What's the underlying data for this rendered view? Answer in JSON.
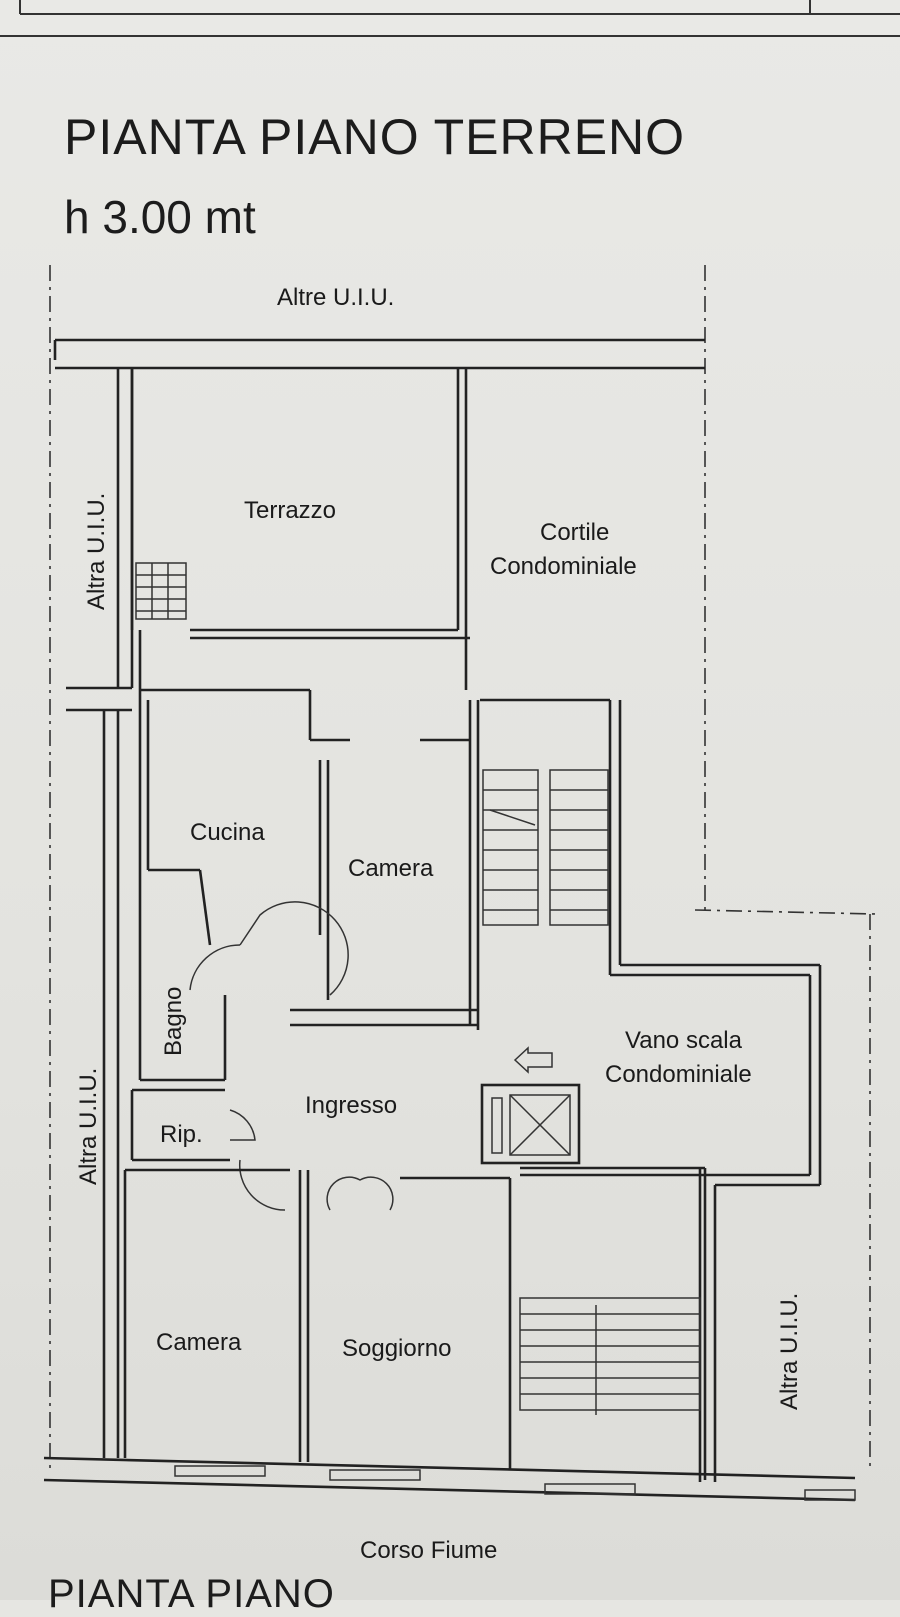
{
  "header": {
    "title": "PIANTA PIANO TERRENO",
    "subtitle": "h 3.00 mt",
    "next_title_partial": "PIANTA PIANO"
  },
  "labels": {
    "altre_uiu_top": "Altre U.I.U.",
    "altra_uiu_left_upper": "Altra U.I.U.",
    "altra_uiu_left_lower": "Altra U.I.U.",
    "altra_uiu_right": "Altra U.I.U.",
    "terrazzo": "Terrazzo",
    "cortile_line1": "Cortile",
    "cortile_line2": "Condominiale",
    "cucina": "Cucina",
    "camera_upper": "Camera",
    "bagno": "Bagno",
    "ripostiglio": "Rip.",
    "ingresso": "Ingresso",
    "vano_scala_line1": "Vano scala",
    "vano_scala_line2": "Condominiale",
    "camera_lower": "Camera",
    "soggiorno": "Soggiorno",
    "corso_fiume": "Corso Fiume"
  }
}
